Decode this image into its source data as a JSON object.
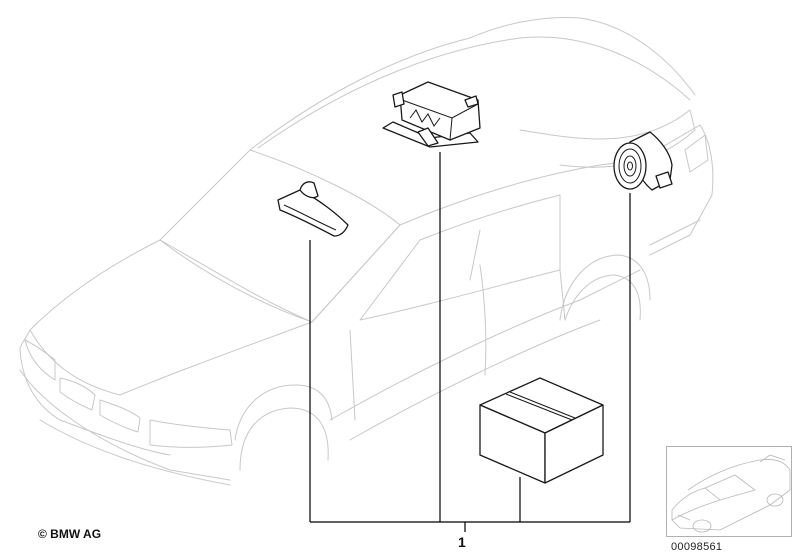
{
  "footer": {
    "copyright": "© BMW AG",
    "image_id": "00098561"
  },
  "callouts": [
    {
      "label": "1"
    }
  ],
  "parts": [
    {
      "icon": "interior-mirror-icon"
    },
    {
      "icon": "control-unit-icon"
    },
    {
      "icon": "alarm-siren-icon"
    },
    {
      "icon": "parts-box-icon"
    }
  ],
  "thumbnail": {
    "icon": "car-overview-icon"
  }
}
